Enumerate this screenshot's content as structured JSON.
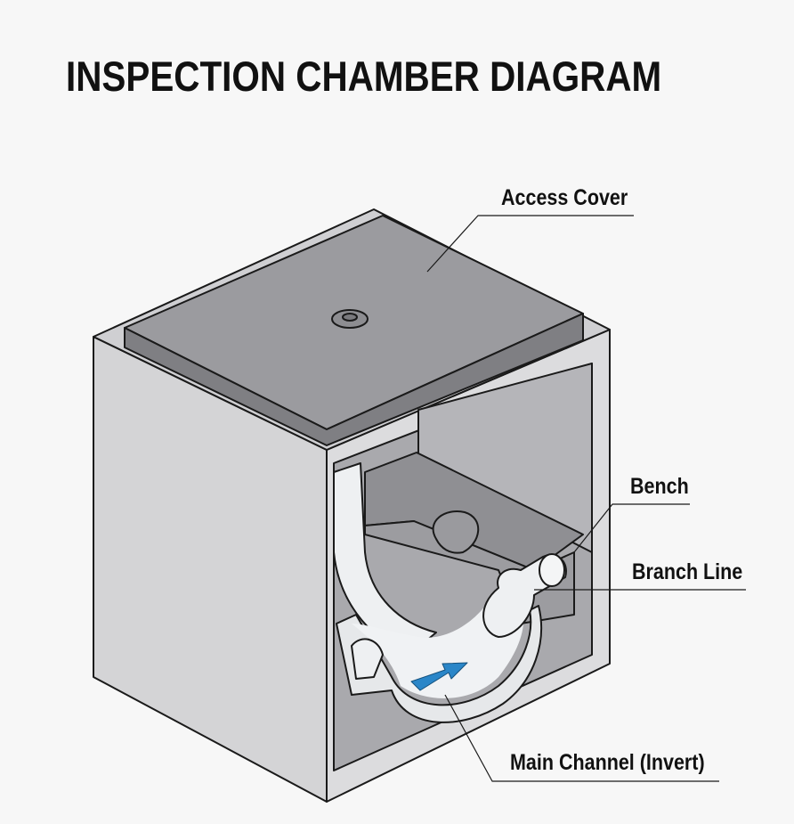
{
  "title": "INSPECTION CHAMBER DIAGRAM",
  "labels": {
    "access_cover": "Access Cover",
    "bench": "Bench",
    "branch_line": "Branch Line",
    "main_channel": "Main Channel (Invert)"
  },
  "colors": {
    "flow_arrow": "#2a86c8",
    "concrete": "#d9d9db",
    "cover": "#9a9a9e",
    "interior": "#a8a8ac",
    "pipe": "#eef0f2"
  }
}
